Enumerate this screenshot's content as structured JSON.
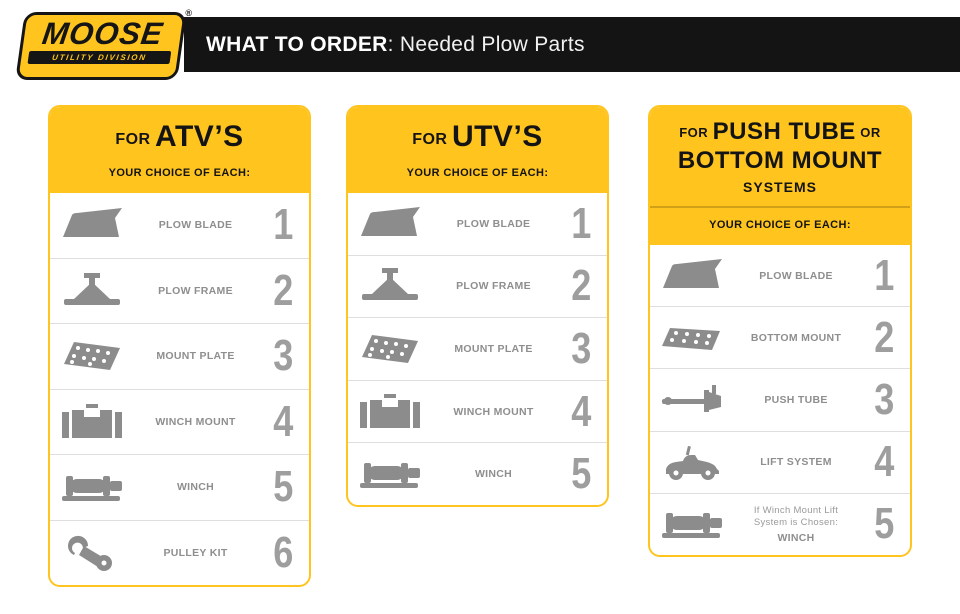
{
  "header": {
    "logo_primary": "MOOSE",
    "logo_secondary": "UTILITY DIVISION",
    "logo_reg": "®",
    "title_bold": "WHAT TO ORDER",
    "title_suffix": ": Needed Plow Parts"
  },
  "colors": {
    "brand_yellow": "#FFC41E",
    "bar_black": "#141414",
    "icon_gray": "#8C8C8C",
    "number_gray": "#9E9E9E"
  },
  "cards": [
    {
      "title_prefix": "FOR",
      "title_main": "ATV’S",
      "subtitle": "YOUR CHOICE OF EACH:",
      "rows": [
        {
          "icon": "plow-blade-icon",
          "label": "PLOW BLADE",
          "number": "1"
        },
        {
          "icon": "plow-frame-icon",
          "label": "PLOW FRAME",
          "number": "2"
        },
        {
          "icon": "mount-plate-icon",
          "label": "MOUNT PLATE",
          "number": "3"
        },
        {
          "icon": "winch-mount-icon",
          "label": "WINCH MOUNT",
          "number": "4"
        },
        {
          "icon": "winch-icon",
          "label": "WINCH",
          "number": "5"
        },
        {
          "icon": "pulley-kit-icon",
          "label": "PULLEY KIT",
          "number": "6"
        }
      ]
    },
    {
      "title_prefix": "FOR",
      "title_main": "UTV’S",
      "subtitle": "YOUR CHOICE OF EACH:",
      "rows": [
        {
          "icon": "plow-blade-icon",
          "label": "PLOW BLADE",
          "number": "1"
        },
        {
          "icon": "plow-frame-icon",
          "label": "PLOW FRAME",
          "number": "2"
        },
        {
          "icon": "mount-plate-icon",
          "label": "MOUNT PLATE",
          "number": "3"
        },
        {
          "icon": "winch-mount-icon",
          "label": "WINCH MOUNT",
          "number": "4"
        },
        {
          "icon": "winch-icon",
          "label": "WINCH",
          "number": "5"
        }
      ]
    },
    {
      "title_line1_small1": "FOR",
      "title_line1_main": "PUSH TUBE",
      "title_line1_small2": "OR",
      "title_line2_main": "BOTTOM MOUNT",
      "title_line3": "SYSTEMS",
      "subtitle": "YOUR CHOICE OF EACH:",
      "rows": [
        {
          "icon": "plow-blade-icon",
          "label": "PLOW BLADE",
          "number": "1"
        },
        {
          "icon": "bottom-mount-icon",
          "label": "BOTTOM MOUNT",
          "number": "2"
        },
        {
          "icon": "push-tube-icon",
          "label": "PUSH TUBE",
          "number": "3"
        },
        {
          "icon": "lift-system-icon",
          "label": "LIFT SYSTEM",
          "number": "4"
        },
        {
          "icon": "winch-icon",
          "label": "WINCH",
          "number": "5",
          "note": "If Winch Mount Lift System is Chosen:"
        }
      ]
    }
  ]
}
